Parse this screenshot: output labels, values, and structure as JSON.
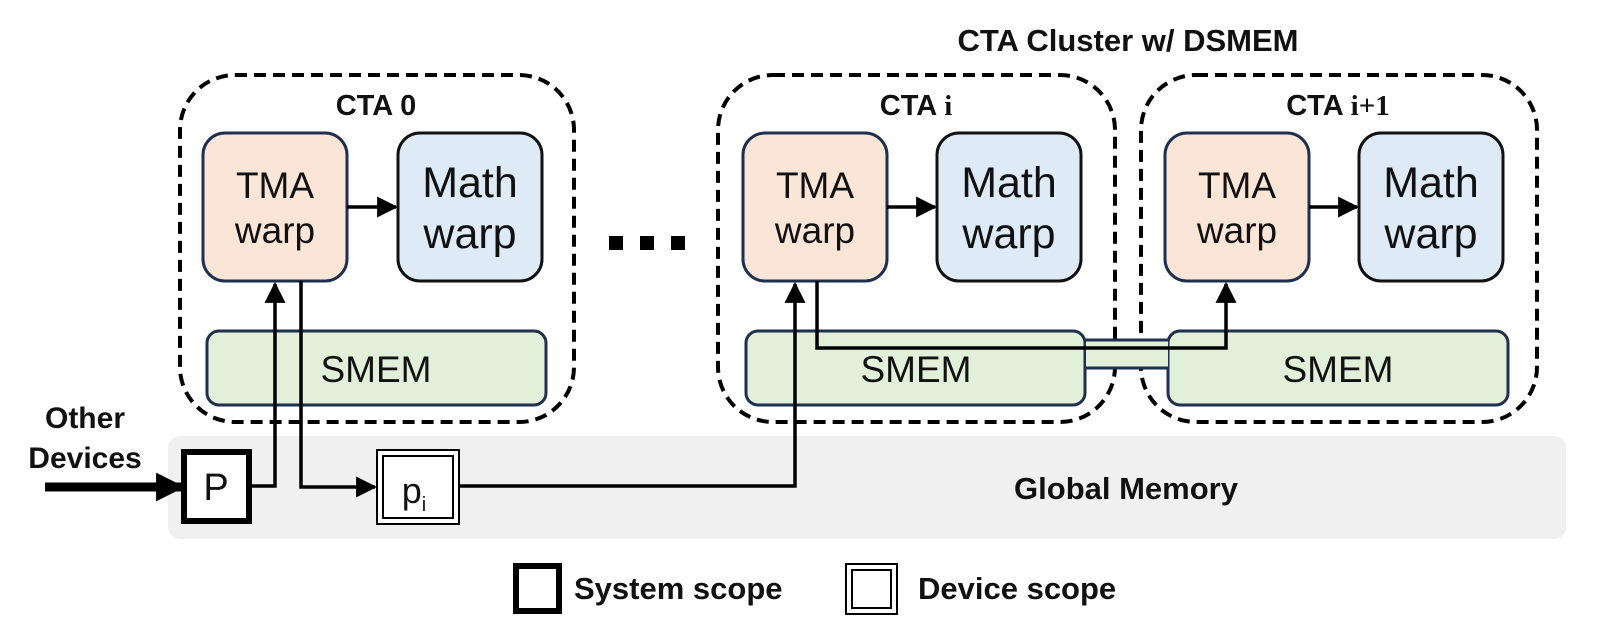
{
  "cluster_title": "CTA Cluster w/ DSMEM",
  "ellipsis": "...",
  "ctas": [
    {
      "label_prefix": "CTA ",
      "label_index": "0",
      "tma_line1": "TMA",
      "tma_line2": "warp",
      "math_line1": "Math",
      "math_line2": "warp",
      "smem": "SMEM"
    },
    {
      "label_prefix": "CTA ",
      "label_index": "i",
      "tma_line1": "TMA",
      "tma_line2": "warp",
      "math_line1": "Math",
      "math_line2": "warp",
      "smem": "SMEM"
    },
    {
      "label_prefix": "CTA ",
      "label_index": "i+1",
      "tma_line1": "TMA",
      "tma_line2": "warp",
      "math_line1": "Math",
      "math_line2": "warp",
      "smem": "SMEM"
    }
  ],
  "global_memory": "Global Memory",
  "other_devices_line1": "Other",
  "other_devices_line2": "Devices",
  "flag_p": "P",
  "flag_pi_base": "p",
  "flag_pi_sub": "i",
  "legend": {
    "system_scope": "System scope",
    "device_scope": "Device scope"
  },
  "colors": {
    "tma_fill": "#fbe5d6",
    "math_fill": "#deebf7",
    "smem_fill": "#e2f0d9",
    "box_stroke": "#1f2f4f",
    "global_fill": "#f0f0f0"
  }
}
